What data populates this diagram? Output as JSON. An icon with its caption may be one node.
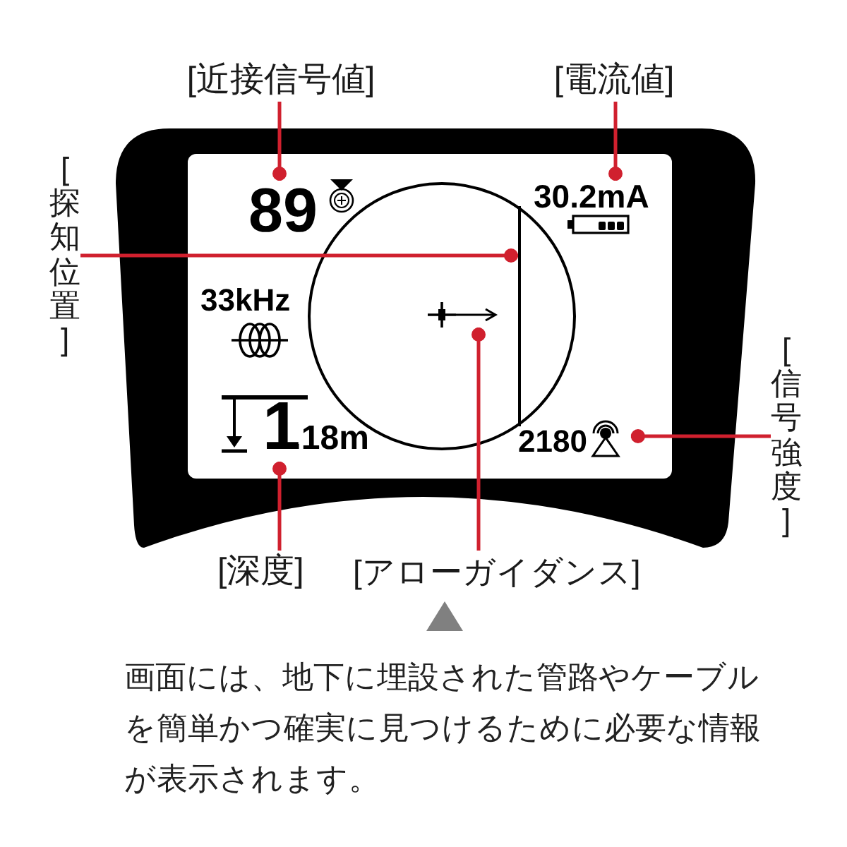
{
  "diagram": {
    "caption": "画面には、地下に埋設された管路やケーブルを簡単かつ確実に見つけるために必要な情報が表示されます。",
    "nodes": [
      {
        "text": [
          "[近接信号値]"
        ]
      },
      {
        "text": [
          "[電流値]"
        ]
      },
      {
        "text": [
          "89"
        ]
      },
      {
        "text": [
          "30.2mA"
        ]
      },
      {
        "text": [
          "[探知位置]"
        ]
      },
      {
        "text": [],
        "shape": "line"
      },
      {
        "text": [],
        "shape": "picture"
      },
      {
        "text": [
          "2180"
        ]
      },
      {
        "text": [
          "[信号強度]"
        ]
      },
      {
        "text": [
          "1",
          ".18m"
        ]
      },
      {
        "text": [
          "[深度]"
        ]
      },
      {
        "text": [
          "[アローガイダンス]"
        ]
      }
    ],
    "edges": [
      {
        "from": 0,
        "to": 2,
        "arrow": "other"
      },
      {
        "from": 1,
        "to": 3,
        "arrow": "other"
      },
      {
        "from": 4,
        "to": 5,
        "arrow": "other"
      },
      {
        "from": 8,
        "to": 7,
        "arrow": "other"
      },
      {
        "from": 10,
        "to": 9,
        "arrow": "other"
      },
      {
        "from": 11,
        "to": 6,
        "arrow": "other"
      }
    ],
    "labels": [
      "33kHz"
    ]
  }
}
